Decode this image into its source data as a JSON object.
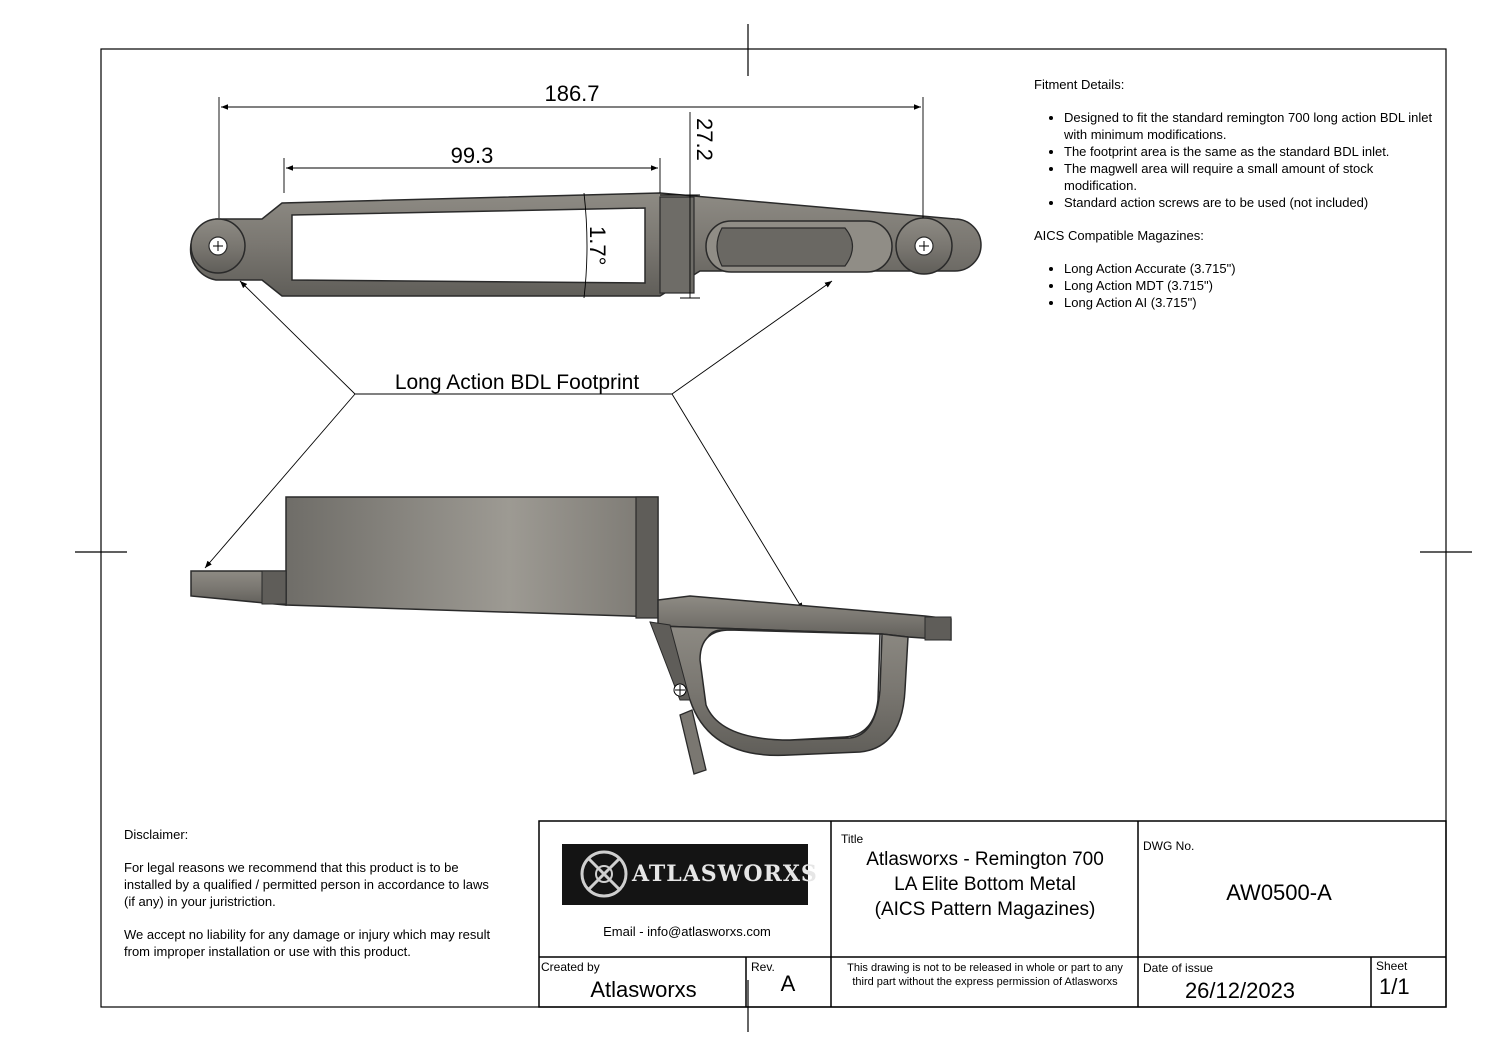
{
  "dimensions": {
    "overall_length": "186.7",
    "magwell_length": "99.3",
    "height": "27.2",
    "angle": "1.7°"
  },
  "callout_label": "Long Action BDL Footprint",
  "fitment": {
    "heading": "Fitment Details:",
    "items": [
      "Designed to fit the standard remington 700 long action BDL inlet with minimum modifications.",
      "The footprint area is the same as the standard BDL inlet.",
      "The magwell area will require a small amount of stock modification.",
      "Standard action screws are to be used (not included)"
    ],
    "magazines_heading": "AICS Compatible Magazines:",
    "magazines": [
      "Long Action Accurate (3.715\")",
      "Long Action MDT (3.715\")",
      "Long Action AI (3.715\")"
    ]
  },
  "disclaimer": {
    "heading": "Disclaimer:",
    "p1": "For legal reasons we recommend that this product is to be installed by a qualified / permitted person in accordance to laws (if any) in your juristriction.",
    "p2": "We accept no liability for any damage or injury which may result from improper installation or use with this product."
  },
  "title_block": {
    "logo_text": "ATLASWORXS",
    "email": "Email - info@atlasworxs.com",
    "title_label": "Title",
    "title_lines": [
      "Atlasworxs - Remington 700",
      "LA Elite Bottom Metal",
      "(AICS Pattern Magazines)"
    ],
    "dwg_label": "DWG No.",
    "dwg_no": "AW0500-A",
    "created_by_label": "Created by",
    "created_by": "Atlasworxs",
    "rev_label": "Rev.",
    "rev": "A",
    "release_note": "This drawing is not to be released in whole or part to any third part without the express permission of Atlasworxs",
    "date_label": "Date of issue",
    "date": "26/12/2023",
    "sheet_label": "Sheet",
    "sheet": "1/1"
  },
  "colors": {
    "metal": "#7d7a74",
    "metal_dark": "#55534f",
    "line": "#000000"
  }
}
